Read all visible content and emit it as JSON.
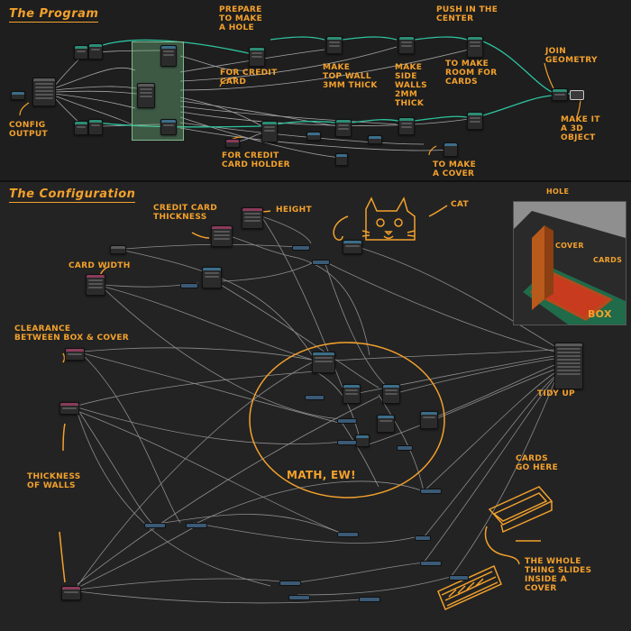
{
  "titles": {
    "program": "The Program",
    "configuration": "The Configuration"
  },
  "annotations": {
    "config_output": "Config\nOutput",
    "prepare_hole": "Prepare\nto make\na hole",
    "for_credit_card": "For credit\ncard",
    "make_top_wall": "make\ntop wall\n3mm thick",
    "make_side_walls": "make\nside\nwalls\n2mm\nthick",
    "push_center": "Push in the\ncenter",
    "make_room": "to make\nroom for\ncards",
    "join_geometry": "Join\ngeometry",
    "make_3d": "make it\na 3D\nobject",
    "for_card_holder": "For credit\ncard holder",
    "make_cover": "to make\na cover",
    "credit_card_thickness": "Credit card\nthickness",
    "height": "Height",
    "cat": "Cat",
    "card_width": "Card width",
    "clearance": "Clearance\nbetween box & cover",
    "tidy_up": "Tidy up",
    "math_ew": "Math, ew!",
    "thickness_walls": "Thickness\nof walls",
    "cards_go_here": "Cards\ngo here",
    "slides_inside": "The whole\nthing slides\ninside a\ncover",
    "hole": "Hole",
    "cover": "Cover",
    "cards": "Cards",
    "box": "Box"
  },
  "colors": {
    "annotation": "#f3a12c",
    "geometry_wire": "#2ec4a0",
    "value_wire": "#9a9a9a",
    "node_body": "#2b2b2b",
    "frame": "#7fb98e"
  }
}
